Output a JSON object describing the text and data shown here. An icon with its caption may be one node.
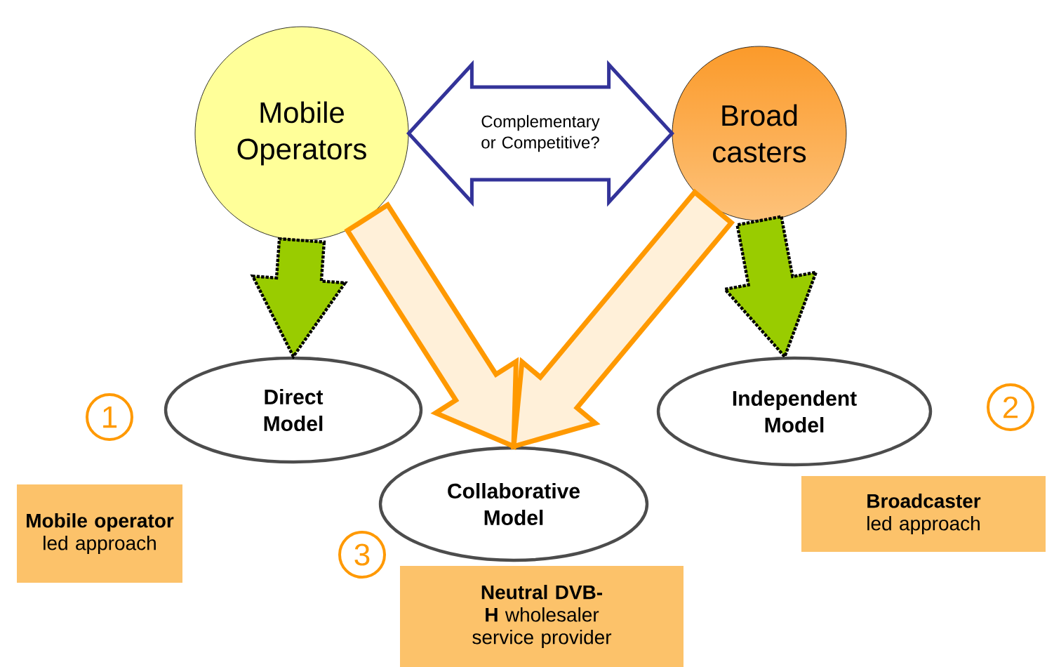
{
  "diagram": {
    "nodes": [
      {
        "text": [
          "Mobile Operators"
        ]
      },
      {
        "text": [
          "Broad casters"
        ]
      },
      {
        "text": [
          "Direct Model"
        ]
      },
      {
        "text": [
          "Independent Model"
        ]
      },
      {
        "text": [
          "Collaborative Model"
        ]
      },
      {
        "text": [
          "**Mobile operator** led approach"
        ]
      },
      {
        "text": [
          "**Broadcaster** led approach"
        ]
      },
      {
        "text": [
          "**Neutral DVB-H** wholesaler service provider"
        ]
      }
    ],
    "edges": [
      {
        "from": 0,
        "to": 1,
        "arrow": "both",
        "label": "Complementary or Competitive?",
        "color": "#333399"
      },
      {
        "from": 0,
        "to": 2,
        "arrow": "to",
        "style": "dashed",
        "color": "#99cc00"
      },
      {
        "from": 1,
        "to": 3,
        "arrow": "to",
        "style": "dashed",
        "color": "#99cc00"
      },
      {
        "from": 0,
        "to": 4,
        "arrow": "to",
        "style": "thick",
        "color": "#ff9900"
      },
      {
        "from": 1,
        "to": 4,
        "arrow": "to",
        "style": "thick",
        "color": "#ff9900"
      }
    ],
    "labels": [
      "1",
      "2",
      "3"
    ]
  }
}
